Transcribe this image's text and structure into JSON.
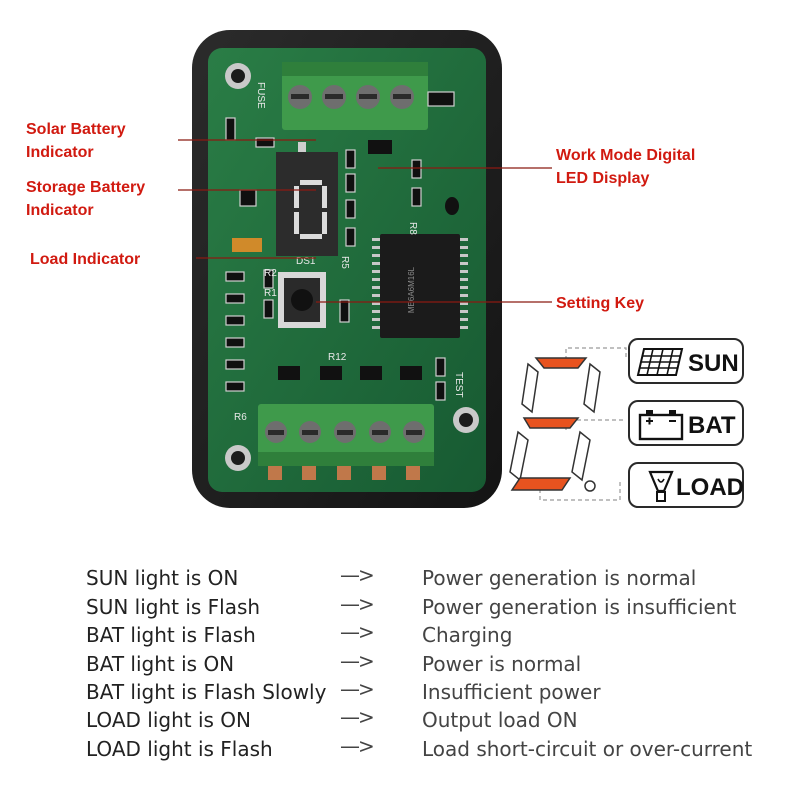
{
  "callouts": {
    "solar_battery": [
      "Solar Battery",
      "Indicator"
    ],
    "storage_battery": [
      "Storage Battery",
      "Indicator"
    ],
    "load": "Load Indicator",
    "work_mode": [
      "Work Mode Digital",
      "LED Display"
    ],
    "setting_key": "Setting Key"
  },
  "indicators": {
    "sun": "SUN",
    "bat": "BAT",
    "load": "LOAD"
  },
  "pcb_labels": {
    "fuse": "FUSE",
    "ds1": "DS1",
    "test": "TEST",
    "r2": "R2",
    "r1": "R1",
    "r12": "R12",
    "r6": "R6",
    "r5": "R5",
    "r8": "R8",
    "chip": "ME6A6M16L"
  },
  "legend": [
    {
      "condition": "SUN light is ON",
      "arrow": "—>",
      "meaning": "Power generation is normal"
    },
    {
      "condition": "SUN light is Flash",
      "arrow": "—>",
      "meaning": "Power generation is insufficient"
    },
    {
      "condition": "BAT light is Flash",
      "arrow": "—>",
      "meaning": "Charging"
    },
    {
      "condition": "BAT light is ON",
      "arrow": "—>",
      "meaning": "Power is normal"
    },
    {
      "condition": "BAT light is Flash Slowly",
      "arrow": "—>",
      "meaning": "Insufficient power"
    },
    {
      "condition": "LOAD light is ON",
      "arrow": "—>",
      "meaning": "Output load ON"
    },
    {
      "condition": "LOAD light is Flash",
      "arrow": "—>",
      "meaning": "Load short-circuit or over-current"
    }
  ],
  "colors": {
    "callout_red": "#d11a10",
    "pcb_green": "#1f6e3c",
    "terminal_green": "#3f9a4b",
    "segment_orange": "#e8531f",
    "case_black": "#1c1c1c"
  }
}
